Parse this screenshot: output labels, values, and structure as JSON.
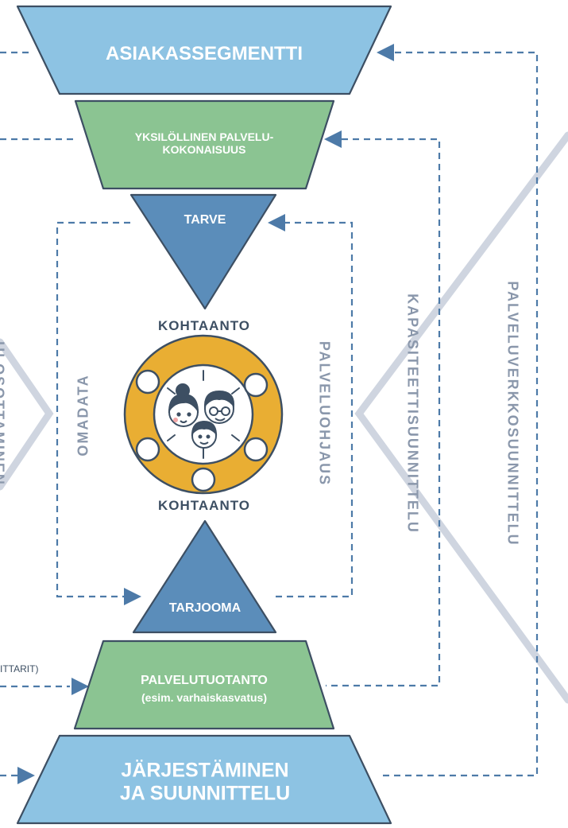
{
  "levels": {
    "asiakassegmentti": "ASIAKASSEGMENTTI",
    "yksilollinen": "YKSILÖLLINEN PALVELU-\nKOKONAISUUS",
    "tarve": "TARVE",
    "tarjooma": "TARJOOMA",
    "palvelutuotanto": "PALVELUTUOTANTO",
    "palvelutuotanto_sub": "(esim. varhaiskasvatus)",
    "jarjestaminen": "JÄRJESTÄMINEN\nJA SUUNNITTELU"
  },
  "center": {
    "kohtaanto_top": "KOHTAANTO",
    "kohtaanto_bottom": "KOHTAANTO"
  },
  "side_labels": {
    "omadata": "OMADATA",
    "palveluohjaus": "PALVELUOHJAUS",
    "kapasiteetti": "KAPASITEETTISUUNNITTELU",
    "palveluverkko": "PALVELUVERKKOSUUNNITTELU"
  },
  "cut_labels": {
    "left_row": "ITTARIT)",
    "left_vertical": "ULOSOTTAMINEN"
  },
  "colors": {
    "light_blue": "#8dc3e3",
    "mid_blue": "#5b8dba",
    "green": "#8bc492",
    "yellow": "#e9ae33",
    "outline": "#3d4f63",
    "dash": "#4d7aa8",
    "grey_line": "#cfd5e0",
    "side_text": "#8a97ab"
  }
}
